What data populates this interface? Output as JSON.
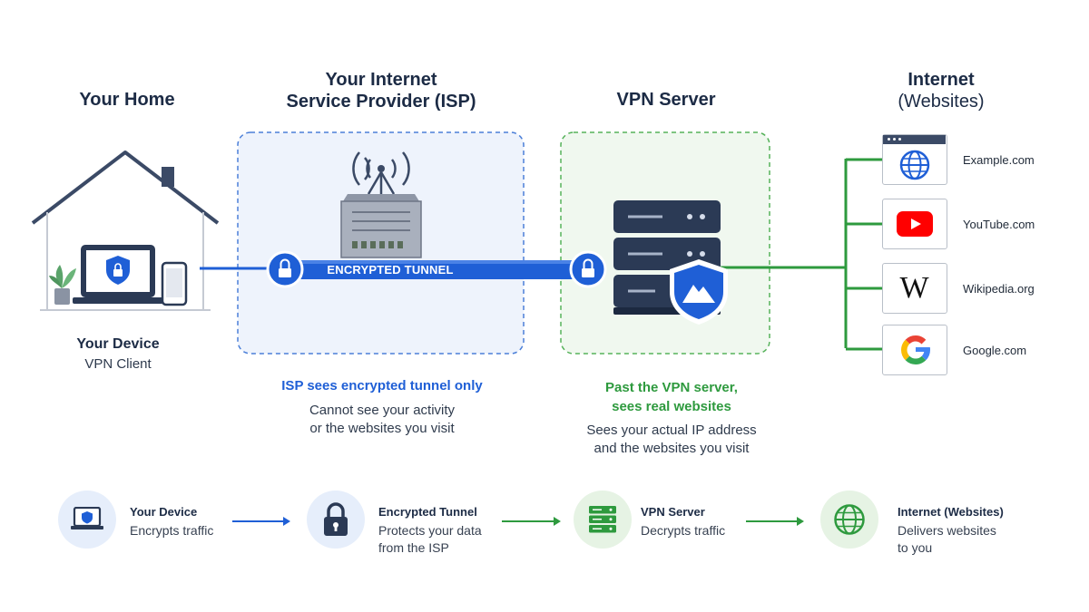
{
  "columns": {
    "home": "Your Home",
    "isp": "Your Internet\nService Provider (ISP)",
    "vpn": "VPN Server",
    "internet_title": "Internet",
    "internet_sub": "(Websites)"
  },
  "device": {
    "title": "Your Device",
    "subtitle": "VPN Client"
  },
  "tunnel_label": "ENCRYPTED TUNNEL",
  "sites": [
    {
      "label": "Example.com",
      "icon": "globe-icon"
    },
    {
      "label": "YouTube.com",
      "icon": "youtube-icon"
    },
    {
      "label": "Wikipedia.org",
      "icon": "wikipedia-icon"
    },
    {
      "label": "Google.com",
      "icon": "google-icon"
    }
  ],
  "isp_note": {
    "title": "ISP sees encrypted tunnel only",
    "line1": "Cannot see your activity",
    "line2": "or the websites you visit"
  },
  "vpn_note": {
    "title1": "Past the VPN server,",
    "title2": "sees real websites",
    "line1": "Sees your actual IP address",
    "line2": "and the websites you visit"
  },
  "steps": [
    {
      "title": "Your Device",
      "desc1": "Encrypts traffic",
      "desc2": "",
      "icon": "laptop-shield-icon"
    },
    {
      "title": "Encrypted Tunnel",
      "desc1": "Protects your data",
      "desc2": "from the ISP",
      "icon": "padlock-icon"
    },
    {
      "title": "VPN Server",
      "desc1": "Decrypts traffic",
      "desc2": "",
      "icon": "server-icon"
    },
    {
      "title": "Internet (Websites)",
      "desc1": "Delivers websites",
      "desc2": "to you",
      "icon": "globe-icon"
    }
  ],
  "colors": {
    "blue": "#1f5fd6",
    "green": "#2e9a3e",
    "navy": "#2b3a55",
    "isp_zone": "#eef3fc",
    "vpn_zone": "#f0f8ef"
  }
}
